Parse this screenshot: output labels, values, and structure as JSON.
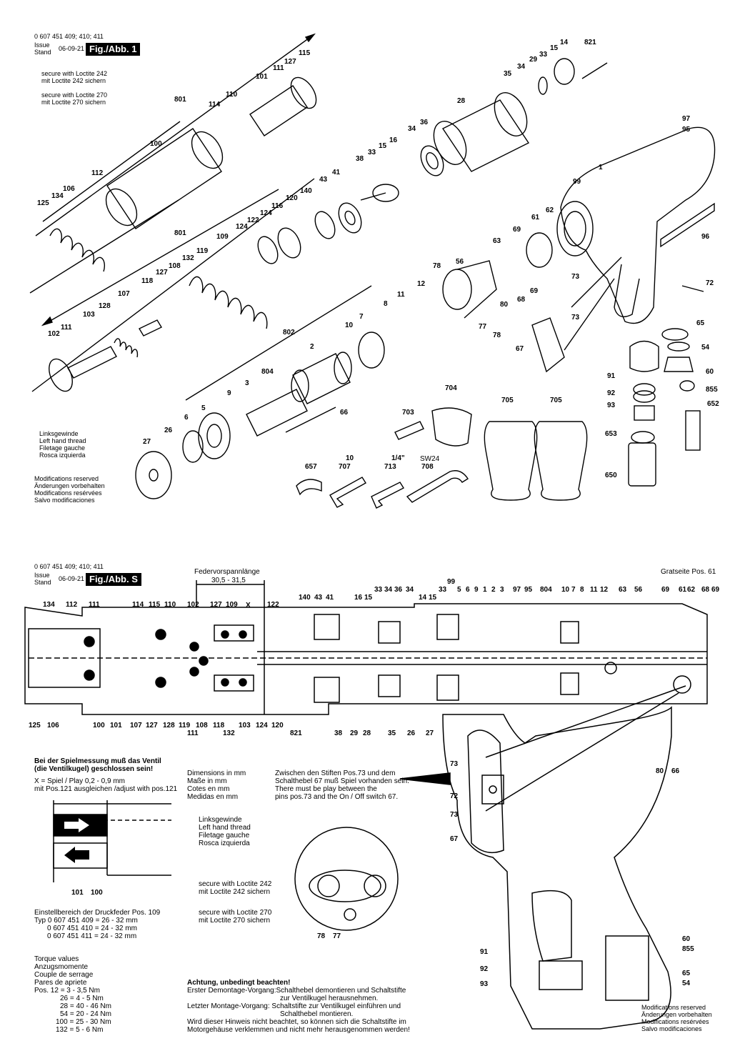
{
  "top": {
    "part_numbers": "0 607 451 409; 410; 411",
    "issue_label_1": "Issue",
    "issue_label_2": "Stand",
    "date": "06-09-21",
    "fig_label": "Fig./Abb. 1",
    "legend_loctite_242": [
      "secure with Loctite 242",
      "mit Loctite 242 sichern"
    ],
    "legend_loctite_270": [
      "secure with Loctite 270",
      "mit Loctite 270 sichern"
    ],
    "left_thread": [
      "Linksgewinde",
      "Left hand thread",
      "Filetage gauche",
      "Rosca izquierda"
    ],
    "modifications": [
      "Modifications reserved",
      "Änderungen vorbehalten",
      "Modifications resérvées",
      "Salvo modificaciones"
    ],
    "tool_specs": {
      "s10": "10",
      "s14": "1/4\"",
      "sw": "SW24"
    },
    "part_labels": [
      "115",
      "127",
      "111",
      "101",
      "110",
      "114",
      "801",
      "100",
      "112",
      "106",
      "134",
      "125",
      "14",
      "15",
      "33",
      "29",
      "821",
      "35",
      "34",
      "28",
      "36",
      "34",
      "16",
      "15",
      "33",
      "38",
      "43",
      "41",
      "140",
      "120",
      "116",
      "124",
      "122",
      "124",
      "109",
      "801",
      "132",
      "119",
      "108",
      "127",
      "118",
      "107",
      "128",
      "103",
      "111",
      "102",
      "97",
      "95",
      "1",
      "99",
      "62",
      "61",
      "63",
      "69",
      "56",
      "78",
      "68",
      "69",
      "73",
      "72",
      "96",
      "80",
      "77",
      "78",
      "67",
      "73",
      "65",
      "54",
      "91",
      "92",
      "93",
      "60",
      "855",
      "652",
      "653",
      "650",
      "12",
      "11",
      "8",
      "7",
      "10",
      "2",
      "802",
      "804",
      "3",
      "9",
      "5",
      "6",
      "26",
      "27",
      "66",
      "704",
      "703",
      "705",
      "705",
      "657",
      "707",
      "713",
      "708"
    ]
  },
  "bottom": {
    "part_numbers": "0 607 451 409; 410; 411",
    "issue_label_1": "Issue",
    "issue_label_2": "Stand",
    "date": "06-09-21",
    "fig_label": "Fig./Abb. S",
    "spring_preload_title": "Federvorspannlänge",
    "spring_preload_value": "30,5 - 31,5",
    "x_marker": "X",
    "burr_side": "Gratseite Pos. 61",
    "measure_note": [
      "Bei der Spielmessung muß das Ventil",
      "(die Ventilkugel) geschlossen sein!"
    ],
    "play_note": [
      "X = Spiel / Play 0,2 - 0,9 mm",
      "mit Pos.121 ausgleichen /adjust with pos.121"
    ],
    "dimensions": [
      "Dimensions in mm",
      "Maße in mm",
      "Cotes en mm",
      "Medidas en mm"
    ],
    "pins_note": [
      "Zwischen den Stiften Pos.73 und dem",
      "Schalthebel 67 muß Spiel vorhanden sein.",
      "There must be play between the",
      "pins pos.73 and the On / Off switch 67."
    ],
    "left_thread": [
      "Linksgewinde",
      "Left hand thread",
      "Filetage gauche",
      "Rosca izquierda"
    ],
    "loctite_242": [
      "secure with Loctite 242",
      "mit Loctite 242 sichern"
    ],
    "loctite_270": [
      "secure with Loctite 270",
      "mit Loctite 270 sichern"
    ],
    "spring_range_title": "Einstellbereich der Druckfeder Pos. 109",
    "spring_ranges": [
      "Typ 0 607 451 409 = 26 - 32 mm",
      "0 607 451 410 = 24 - 32 mm",
      "0 607 451 411 = 24 - 32 mm"
    ],
    "torque_title": [
      "Torque values",
      "Anzugsmomente",
      "Couple de serrage",
      "Pares de apriete"
    ],
    "torque_values": [
      "Pos. 12 =   3 - 3,5 Nm",
      "26 =   4 -    5 Nm",
      "28 = 40 - 46 Nm",
      "54 = 20 - 24 Nm",
      "100 = 25 - 30 Nm",
      "132 =   5 -    6 Nm"
    ],
    "attention_title": "Achtung, unbedingt beachten!",
    "attention_lines": [
      "Erster Demontage-Vorgang:Schalthebel demontieren und Schaltstifte",
      "zur Ventilkugel herausnehmen.",
      "Letzter Montage-Vorgang:   Schaltstifte zur Ventilkugel einführen und",
      "Schalthebel montieren.",
      "Wird dieser Hinweis nicht beachtet, so können sich die Schaltstifte im",
      "Motorgehäuse verklemmen und nicht mehr herausgenommen werden!"
    ],
    "modifications": [
      "Modifications reserved",
      "Änderungen vorbehalten",
      "Modifications resérvées",
      "Salvo modificaciones"
    ],
    "top_labels": [
      "134",
      "112",
      "111",
      "114",
      "115",
      "110",
      "102",
      "127",
      "109",
      "122",
      "140",
      "43",
      "41",
      "16",
      "15",
      "33",
      "34",
      "36",
      "34",
      "14",
      "15",
      "33",
      "5",
      "6",
      "9",
      "1",
      "2",
      "3",
      "97",
      "95",
      "804",
      "10",
      "7",
      "8",
      "11",
      "12",
      "63",
      "56",
      "69",
      "61",
      "62",
      "68",
      "69",
      "99"
    ],
    "bottom_labels": [
      "125",
      "106",
      "100",
      "101",
      "107",
      "127",
      "128",
      "119",
      "108",
      "118",
      "132",
      "103",
      "124",
      "120",
      "111",
      "821",
      "38",
      "29",
      "28",
      "35",
      "26",
      "27",
      "80",
      "66"
    ],
    "switch_labels": [
      "73",
      "72",
      "73",
      "67"
    ],
    "detail_labels": [
      "78",
      "77"
    ],
    "inset_labels": [
      "101",
      "100"
    ],
    "handle_labels": [
      "91",
      "92",
      "93",
      "60",
      "855",
      "65",
      "54"
    ]
  }
}
